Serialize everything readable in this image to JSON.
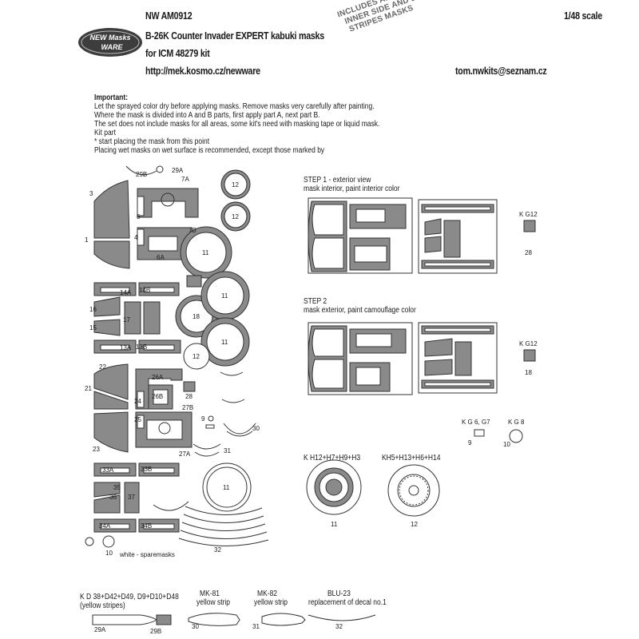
{
  "header": {
    "code": "NW AM0912",
    "title": "B-26K Counter Invader EXPERT kabuki masks",
    "kit": "for ICM 48279 kit",
    "url": "http://mek.kosmo.cz/newware",
    "scale": "1/48 scale",
    "email": "tom.nwkits@seznam.cz",
    "logo_line1": "NEW Masks",
    "logo_line2": "WARE",
    "stamp": [
      "INCLUDES AIRCRAFT CANOPY",
      "INNER SIDE AND BOMBS",
      "STRIPES MASKS"
    ]
  },
  "notes": {
    "heading": "Important:",
    "lines": [
      "Let the sprayed color dry before applying masks. Remove masks very carefully after painting.",
      "Where the mask is divided into A and B parts, first apply part A, next part B.",
      "The set does not include masks for all areas, some kit's need with masking tape or liquid mask.",
      "Kit part",
      "* start placing the mask from this point",
      "Placing wet masks on wet surface is recommended, except those marked by"
    ]
  },
  "step1": {
    "title": "STEP 1 - exterior view",
    "subtitle": "mask interior, paint interior color"
  },
  "step2": {
    "title": "STEP 2",
    "subtitle": "mask exterior, paint camouflage color"
  },
  "wheels": {
    "left": "K H12+H7+H9+H3",
    "right": "KH5+H13+H6+H14",
    "left_num": "11",
    "right_num": "12"
  },
  "parts_right": {
    "kg12": "K G12",
    "kg12_num": "28",
    "kg12b": "K G12",
    "kg12b_num": "18",
    "kg6": "K G 6, G7",
    "kg8": "K G 8",
    "kg6_num": "9",
    "kg8_num": "10"
  },
  "footer": {
    "kd": "K D 38+D42+D49, D9+D10+D48",
    "kd_sub": "(yellow stripes)",
    "mk81": "MK-81",
    "mk81_sub": "yellow strip",
    "mk82": "MK-82",
    "mk82_sub": "yellow strip",
    "blu": "BLU-23",
    "blu_sub": "replacement of decal no.1",
    "n29a": "29A",
    "n29b": "29B",
    "n30": "30",
    "n31": "31",
    "n32": "32",
    "spare": "white - sparemasks",
    "n10": "10"
  },
  "sheet_labels": {
    "l3": "3",
    "l5": "5",
    "l1": "1",
    "l4": "4",
    "l7b": "7B",
    "l6a": "6A",
    "l29a": "29A",
    "l29b": "29B",
    "l7a": "7A",
    "l12a": "12",
    "l12b": "12",
    "l11a": "11",
    "l14a": "14A",
    "l14b": "14B",
    "l16": "16",
    "l17": "17",
    "l15": "15",
    "l13a": "13A",
    "l13b": "13B",
    "l18": "18",
    "l11b": "11",
    "l11c": "11",
    "l12c": "12",
    "l22": "22",
    "l21": "21",
    "l23": "23",
    "l24": "24",
    "l25": "25",
    "l26a": "26A",
    "l26b": "26B",
    "l27b": "27B",
    "l28": "28",
    "l27a": "27A",
    "l9": "9",
    "l30": "30",
    "l31": "31",
    "l11d": "11",
    "l33a": "33A",
    "l33b": "33B",
    "l35": "35",
    "l36": "36",
    "l37": "37",
    "l34a": "34A",
    "l34b": "34B",
    "l32": "32"
  },
  "colors": {
    "mask_grey": "#8a8a8a",
    "outline": "#333333",
    "stamp_grey": "#6b6b6b"
  }
}
